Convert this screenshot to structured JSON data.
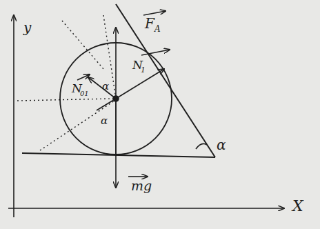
{
  "diagram": {
    "labels": [
      "y",
      "X",
      "F",
      "A",
      "N",
      "1",
      "N",
      "01",
      "α",
      "α",
      "mg",
      "α"
    ]
  }
}
